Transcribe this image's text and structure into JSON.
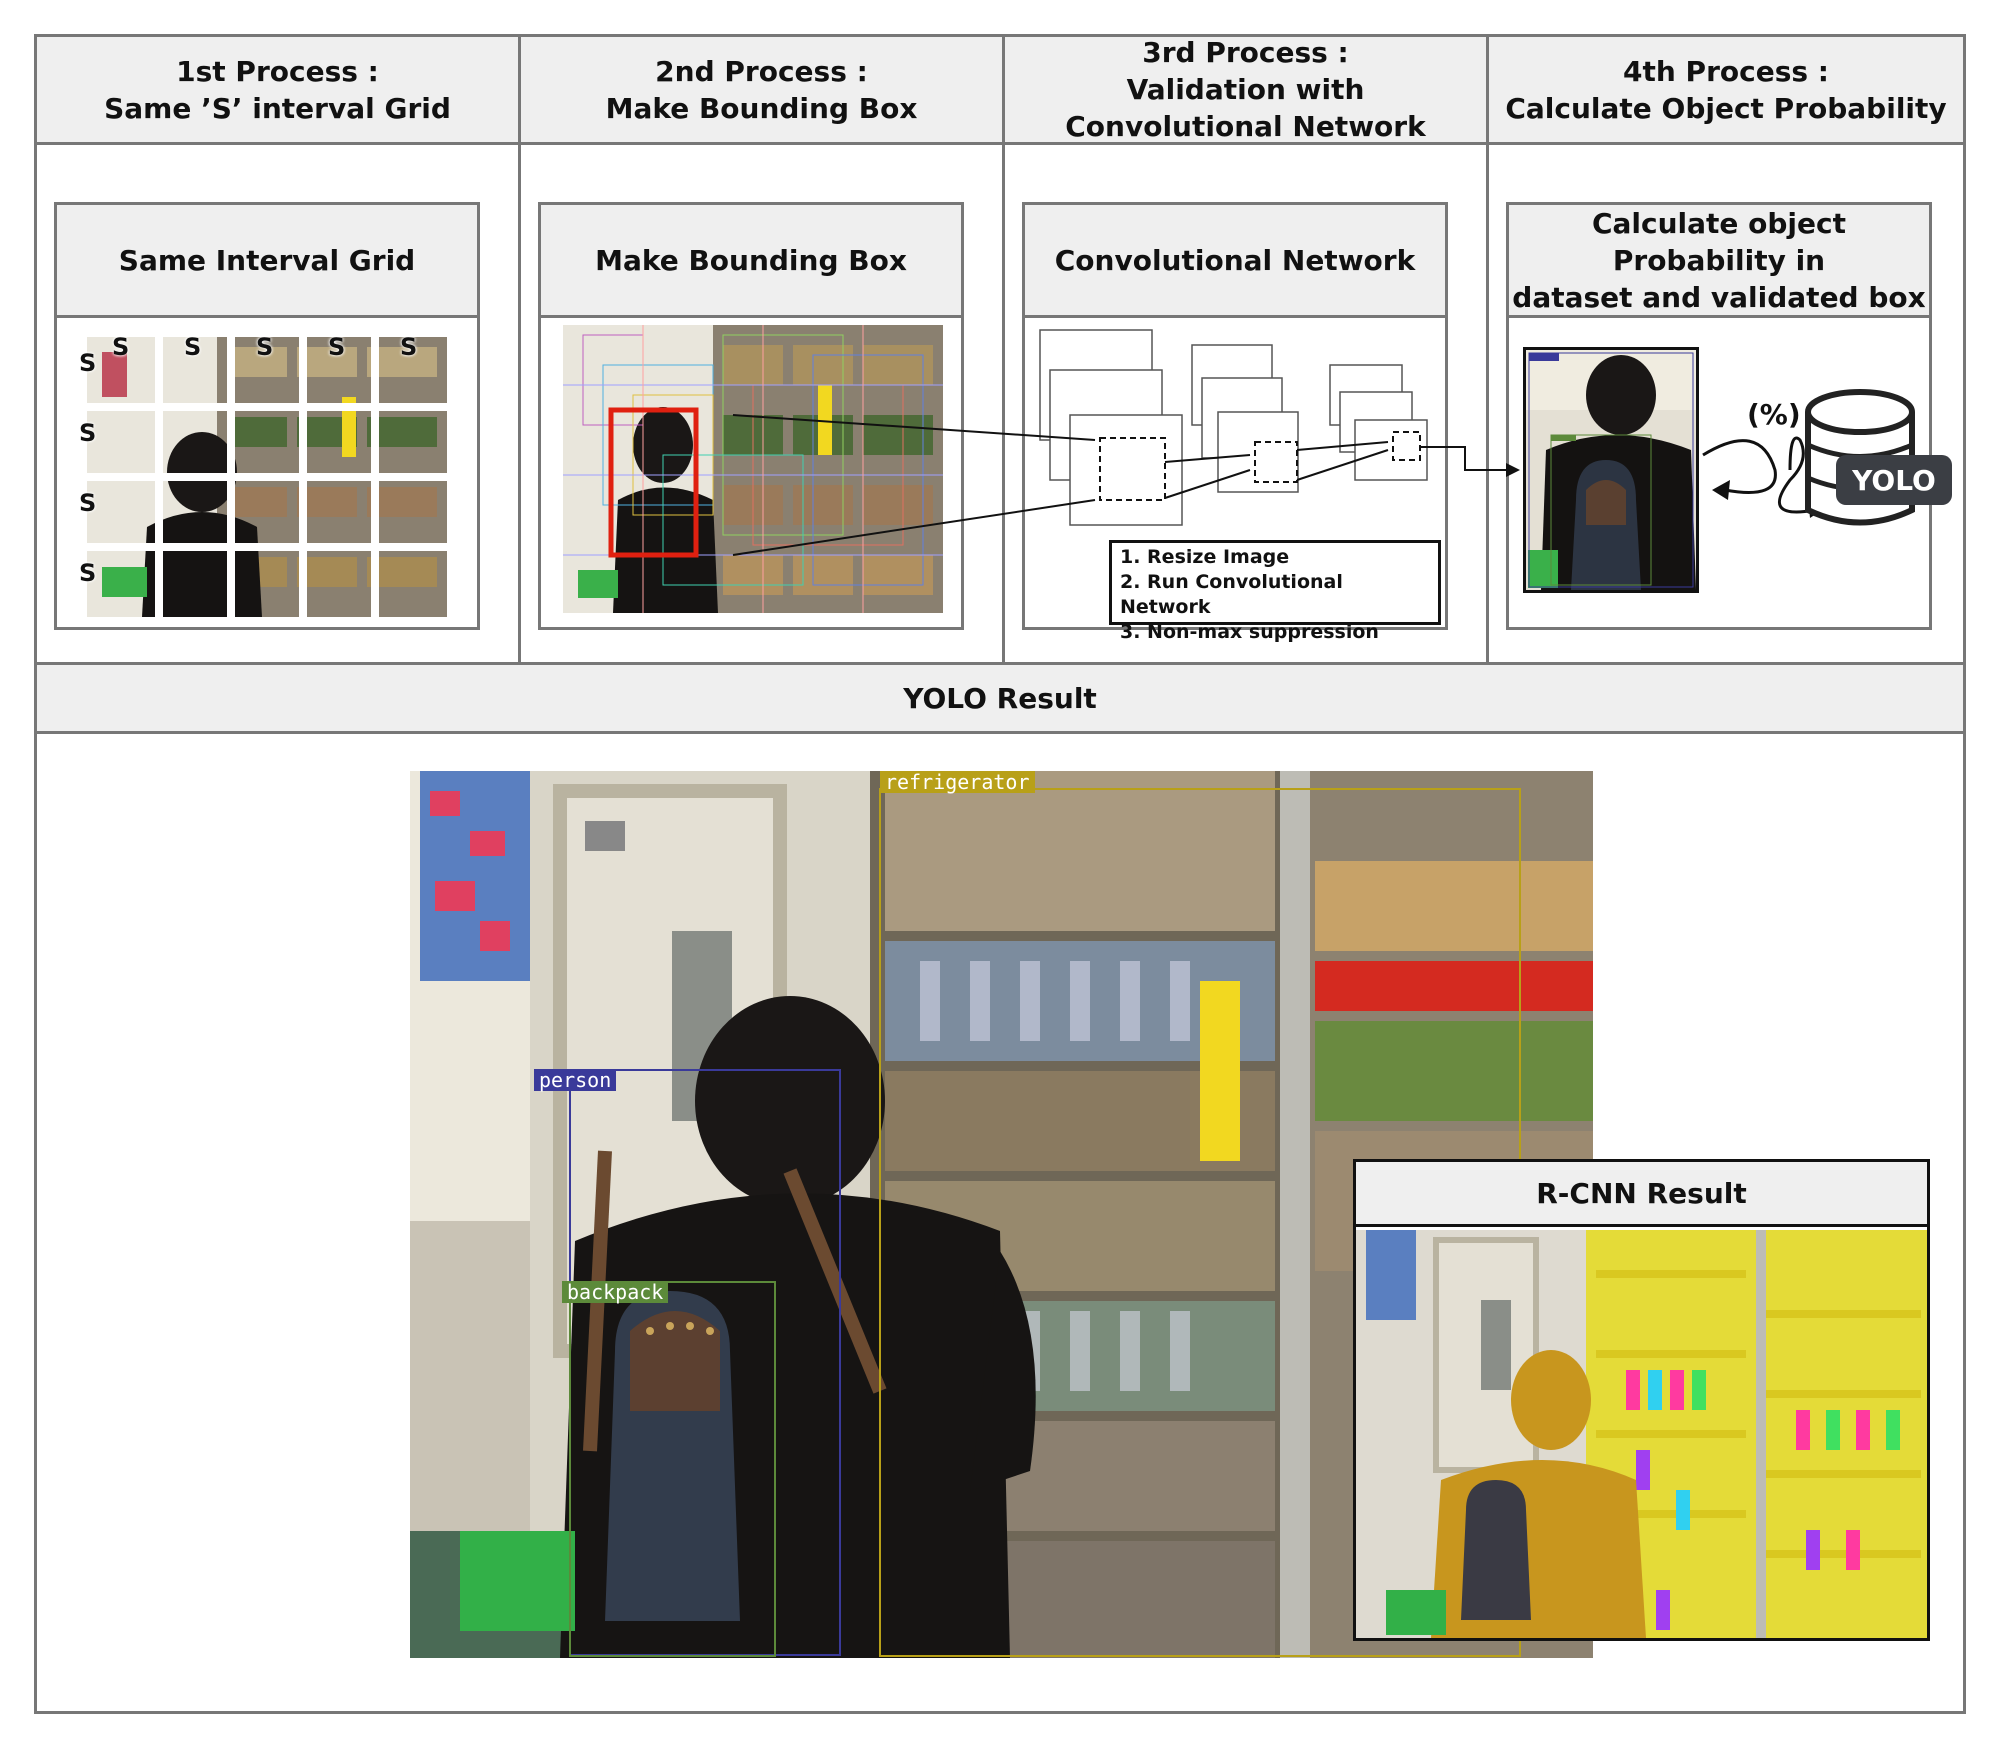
{
  "processes": [
    {
      "title_line1": "1st Process :",
      "title_line2": "Same ’S’ interval Grid"
    },
    {
      "title_line1": "2nd Process :",
      "title_line2": "Make Bounding Box"
    },
    {
      "title_line1": "3rd Process :",
      "title_line2": "Validation with",
      "title_line3": "Convolutional Network"
    },
    {
      "title_line1": "4th Process :",
      "title_line2": "Calculate Object Probability"
    }
  ],
  "panels": {
    "grid": {
      "title": "Same Interval Grid",
      "s_label": "S"
    },
    "bbox": {
      "title": "Make Bounding Box"
    },
    "cnn": {
      "title": "Convolutional Network",
      "steps": [
        "1. Resize Image",
        "2. Run Convolutional Network",
        "3. Non-max suppression"
      ]
    },
    "prob": {
      "title_line1": "Calculate object Probability in",
      "title_line2": "dataset and validated box",
      "percent_label": "(%)",
      "db_label": "YOLO"
    }
  },
  "result": {
    "yolo_title": "YOLO Result",
    "rcnn_title": "R-CNN Result",
    "detections": [
      "refrigerator",
      "person",
      "backpack"
    ]
  },
  "colors": {
    "border": "#777777",
    "header_bg": "#efefef",
    "red_box": "#e02010",
    "refrigerator_label": "#b8a018",
    "person_label": "#3a3a9a",
    "backpack_label": "#5c8a3a",
    "mask_yellow": "#e6dc28",
    "mask_orange": "#c8961e"
  }
}
